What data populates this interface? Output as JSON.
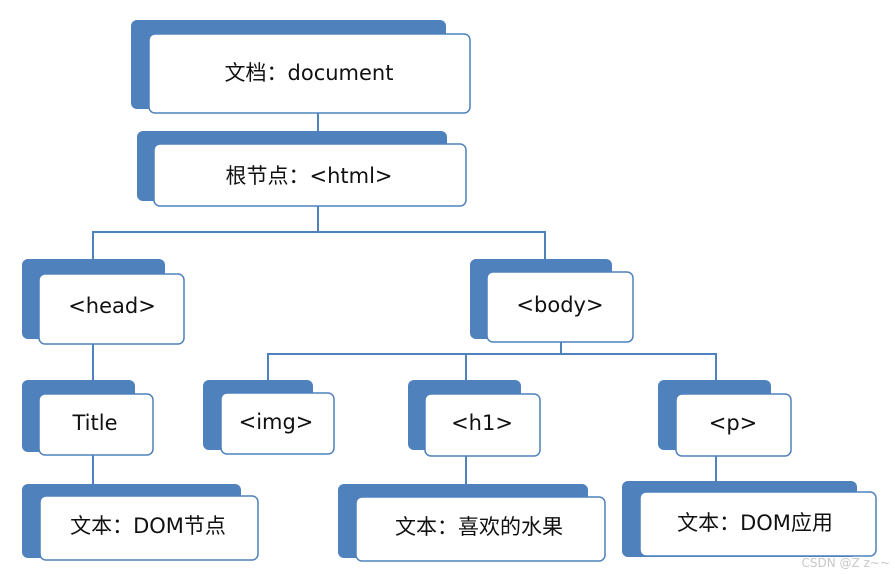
{
  "diagram": {
    "colors": {
      "shadow": "#4f81bd",
      "border": "#4f81bd",
      "box_fill": "#ffffff",
      "connector": "#4f81bd",
      "text": "#111111"
    },
    "nodes": {
      "document": "文档：document",
      "html": "根节点：<html>",
      "head": "<head>",
      "body": "<body>",
      "title": "Title",
      "img": "<img>",
      "h1": "<h1>",
      "p": "<p>",
      "title_text": "文本：DOM节点",
      "h1_text": "文本：喜欢的水果",
      "p_text": "文本：DOM应用"
    },
    "edges": [
      [
        "document",
        "html"
      ],
      [
        "html",
        "head"
      ],
      [
        "html",
        "body"
      ],
      [
        "head",
        "title"
      ],
      [
        "title",
        "title_text"
      ],
      [
        "body",
        "img"
      ],
      [
        "body",
        "h1"
      ],
      [
        "body",
        "p"
      ],
      [
        "h1",
        "h1_text"
      ],
      [
        "p",
        "p_text"
      ]
    ]
  },
  "watermark": "CSDN @Z z~~"
}
